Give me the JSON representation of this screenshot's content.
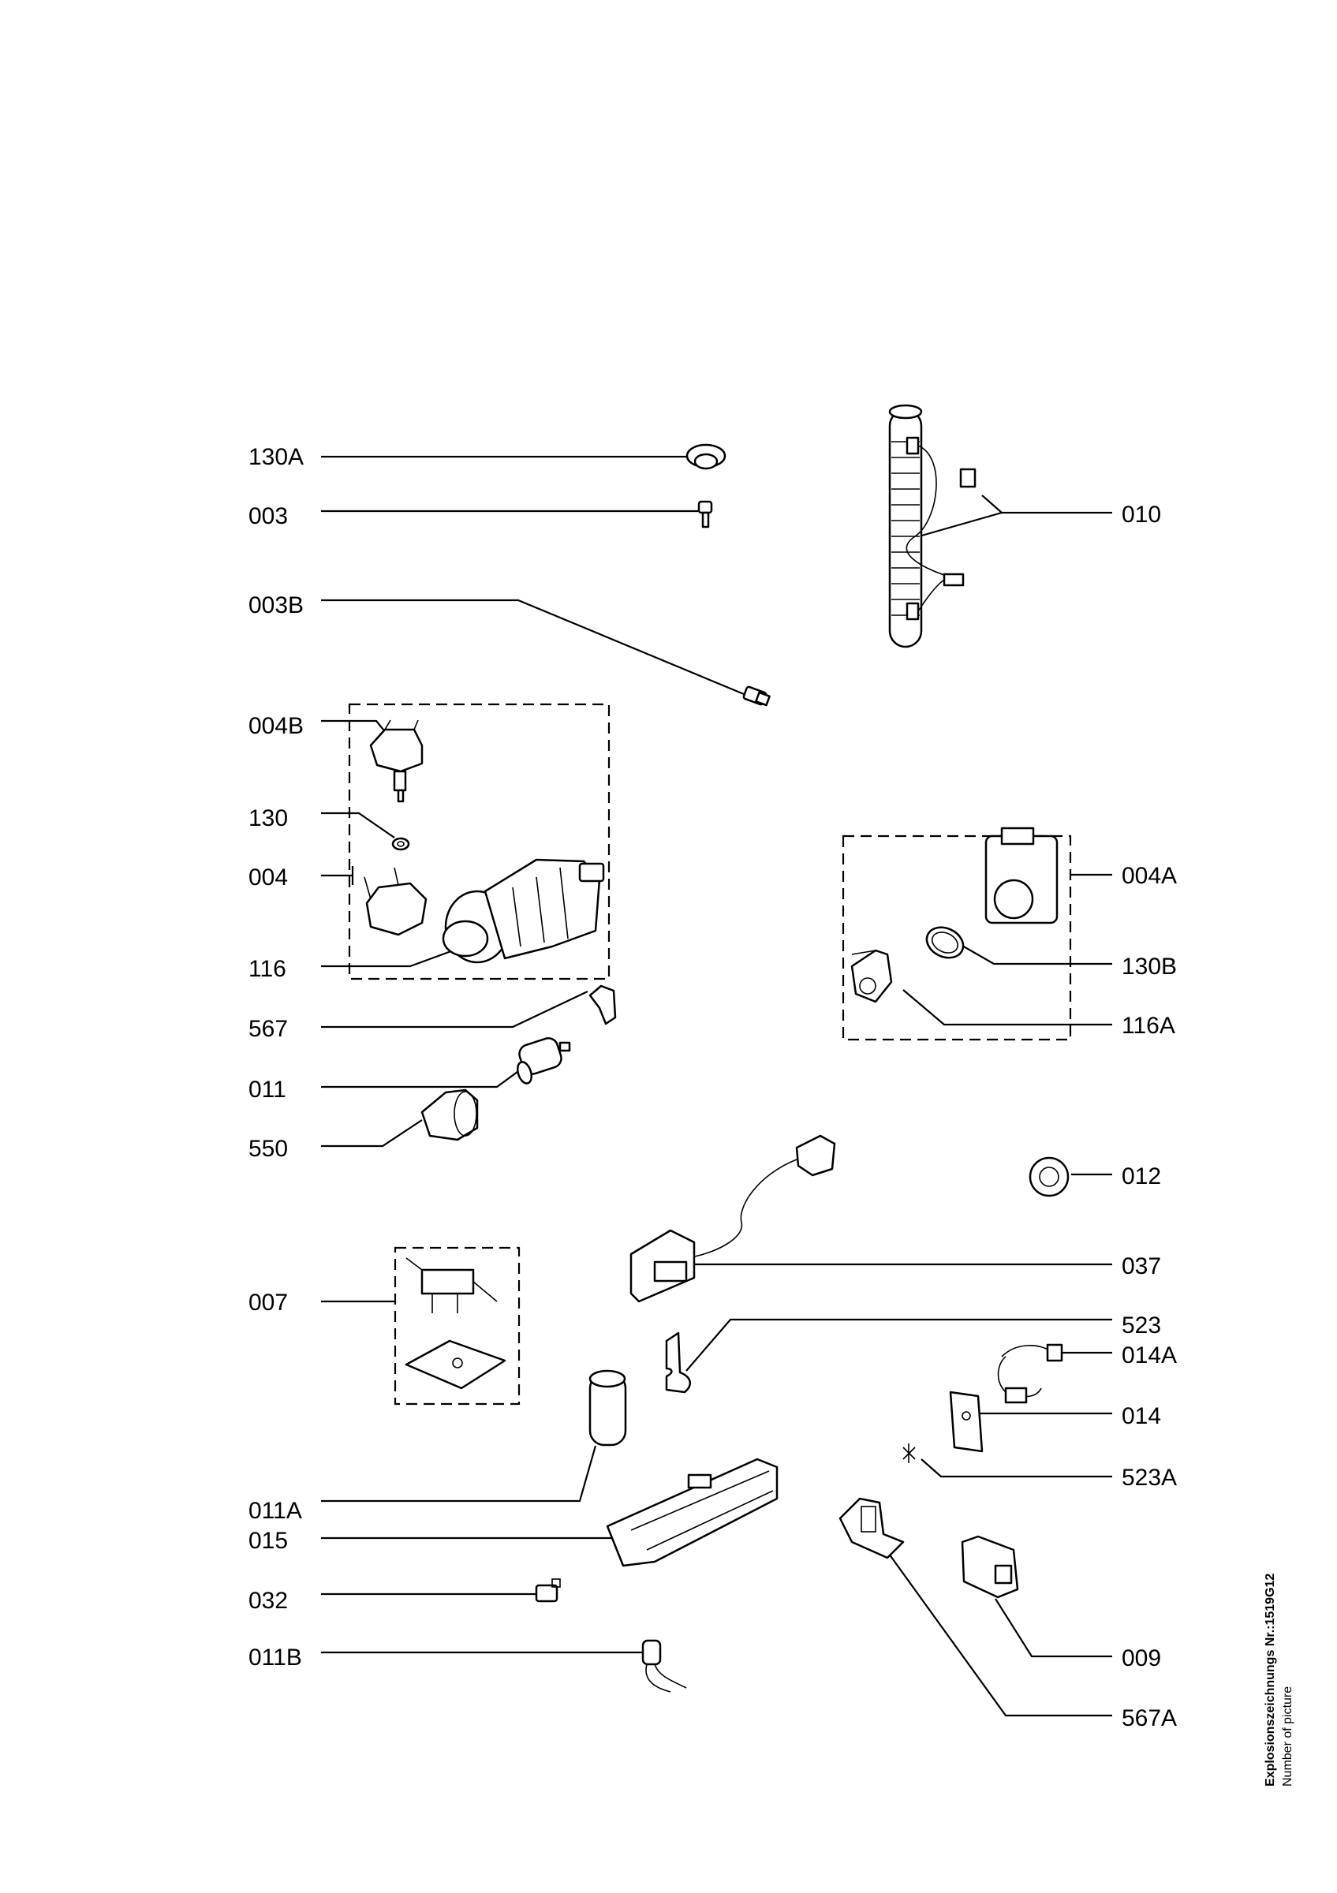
{
  "labels": {
    "l130A": "130A",
    "l003": "003",
    "l003B": "003B",
    "l004B": "004B",
    "l130": "130",
    "l004": "004",
    "l116": "116",
    "l567": "567",
    "l011": "011",
    "l550": "550",
    "l007": "007",
    "l011A": "011A",
    "l015": "015",
    "l032": "032",
    "l011B": "011B",
    "l010": "010",
    "l004A": "004A",
    "l130B": "130B",
    "l116A": "116A",
    "l012": "012",
    "l037": "037",
    "l523": "523",
    "l014A": "014A",
    "l014": "014",
    "l523A": "523A",
    "l009": "009",
    "l567A": "567A"
  },
  "sidebar": {
    "line1": "Explosionszeichnungs Nr.:1519G12",
    "line2": "Number of picture"
  }
}
